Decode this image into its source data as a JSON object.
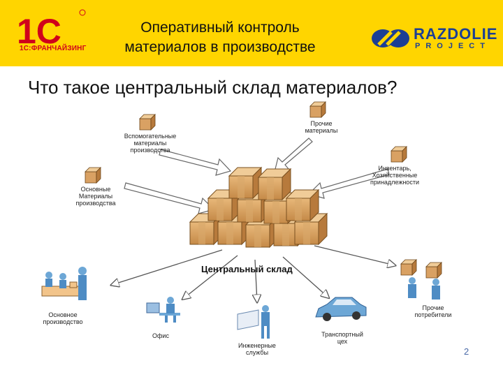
{
  "header": {
    "title_line1": "Оперативный контроль",
    "title_line2": "материалов в производстве",
    "logo_left_text": "1С:ФРАНЧАЙЗИНГ",
    "logo_right_name": "RAZDOLIE",
    "logo_right_sub": "PROJECT",
    "brand_yellow": "#ffd500",
    "brand_red": "#d0021b",
    "brand_blue": "#1c3f94"
  },
  "main": {
    "question": "Что такое центральный склад материалов?",
    "central_label": "Центральный склад",
    "inputs": [
      {
        "label_line1": "Вспомогательные",
        "label_line2": "материалы",
        "label_line3": "производства"
      },
      {
        "label_line1": "Прочие",
        "label_line2": "материалы"
      },
      {
        "label_line1": "Основные",
        "label_line2": "Материалы",
        "label_line3": "производства"
      },
      {
        "label_line1": "Инвентарь,",
        "label_line2": "Хозяйственные",
        "label_line3": "принадлежности"
      }
    ],
    "outputs": [
      {
        "label_line1": "Основное",
        "label_line2": "производство",
        "icon": "workers-icon"
      },
      {
        "label_line1": "Офис",
        "icon": "office-worker-icon"
      },
      {
        "label_line1": "Инженерные",
        "label_line2": "службы",
        "icon": "engineer-icon"
      },
      {
        "label_line1": "Транспортный",
        "label_line2": "цех",
        "icon": "car-icon"
      },
      {
        "label_line1": "Прочие",
        "label_line2": "потребители",
        "icon": "loaders-icon"
      }
    ],
    "page_number": "2"
  }
}
